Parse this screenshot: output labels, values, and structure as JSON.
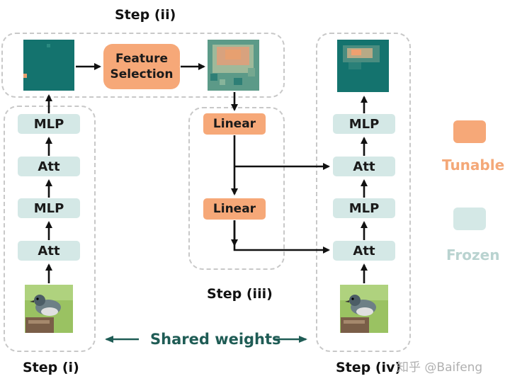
{
  "steps": {
    "step_i": "Step (i)",
    "step_ii": "Step (ii)",
    "step_iii": "Step (iii)",
    "step_iv": "Step (iv)"
  },
  "left_stack": [
    "Att",
    "MLP",
    "Att",
    "MLP"
  ],
  "right_stack": [
    "Att",
    "MLP",
    "Att",
    "MLP"
  ],
  "feature_selection": "Feature Selection",
  "linear_blocks": [
    "Linear",
    "Linear"
  ],
  "shared_weights": "Shared weights",
  "legend": {
    "tunable": "Tunable",
    "frozen": "Frozen",
    "tunable_color": "#f6a878",
    "frozen_color": "#d4e8e6"
  },
  "watermark": "知乎 @Baifeng",
  "colors": {
    "arrow": "#111111",
    "shared_arrow": "#1f5c55",
    "map_background": "#14736e",
    "dashed_border": "#c8c8c8"
  }
}
